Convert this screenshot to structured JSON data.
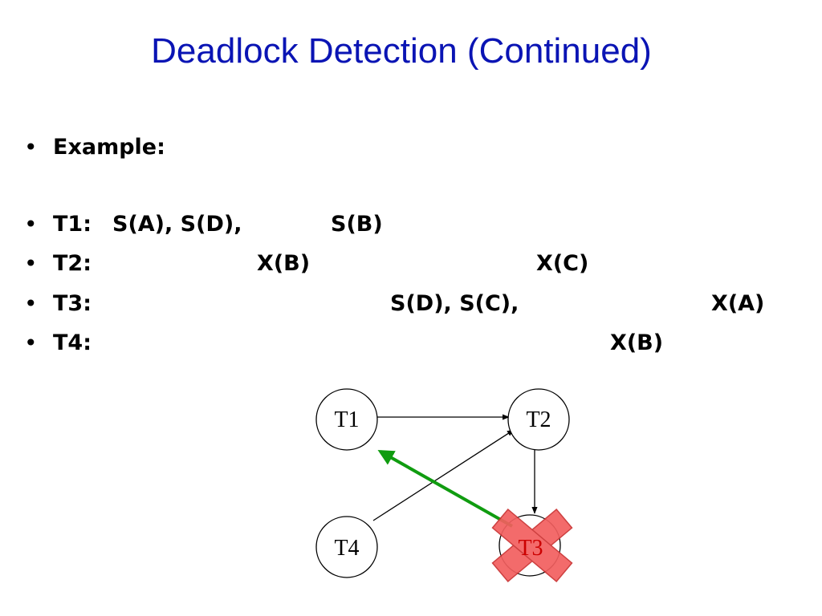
{
  "title": "Deadlock Detection (Continued)",
  "colors": {
    "title": "#0a14b4",
    "text": "#000000",
    "green_edge": "#109c10",
    "cross": "#f25f5f",
    "victim_label": "#cc0000"
  },
  "bullet_glyph": "•",
  "example_label": "Example:",
  "schedule": {
    "t1": {
      "label": "T1:",
      "ops": [
        "S(A), S(D),",
        "S(B)"
      ]
    },
    "t2": {
      "label": "T2:",
      "ops": [
        "X(B)",
        "X(C)"
      ]
    },
    "t3": {
      "label": "T3:",
      "ops": [
        "S(D), S(C),",
        "X(A)"
      ]
    },
    "t4": {
      "label": "T4:",
      "ops": [
        "X(B)"
      ]
    }
  },
  "graph": {
    "nodes": {
      "t1": "T1",
      "t2": "T2",
      "t3": "T3",
      "t4": "T4"
    },
    "edges": [
      {
        "from": "T1",
        "to": "T2"
      },
      {
        "from": "T4",
        "to": "T2"
      },
      {
        "from": "T2",
        "to": "T3"
      },
      {
        "from": "T3",
        "to": "T1"
      }
    ],
    "victim": "T3"
  }
}
